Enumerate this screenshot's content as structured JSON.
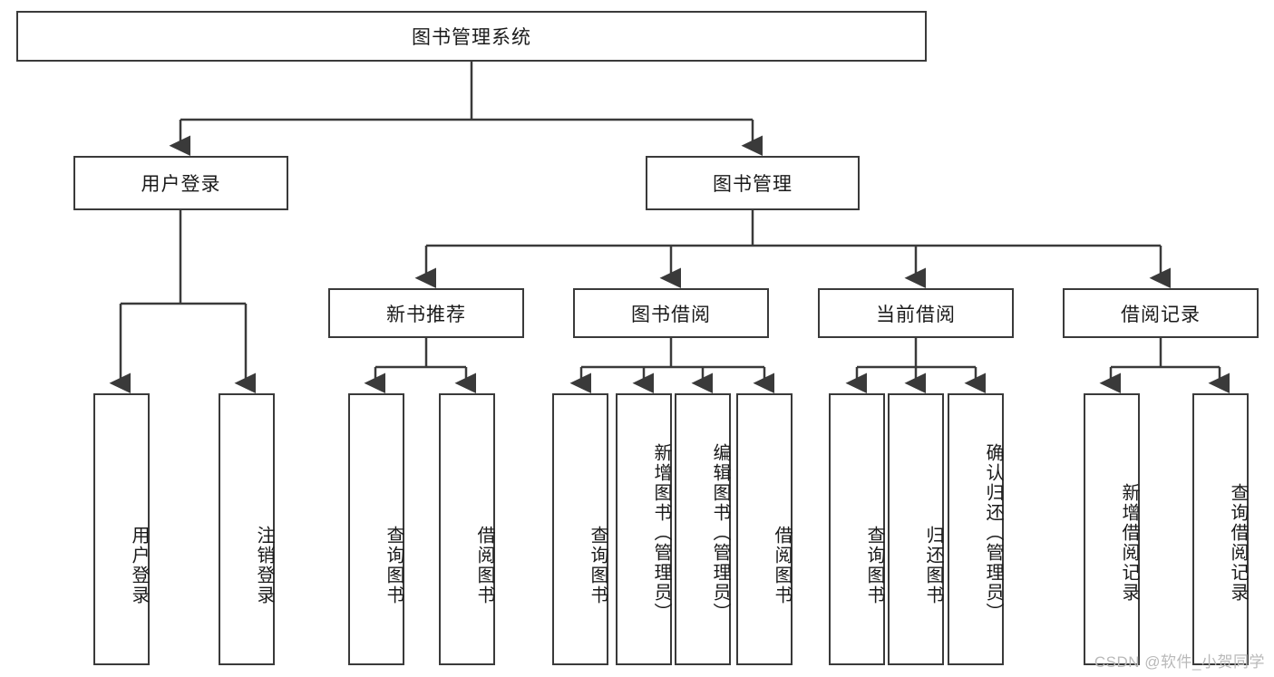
{
  "diagram": {
    "type": "hierarchy-tree",
    "title": "图书管理系统",
    "watermark": "CSDN @软件_小贺同学",
    "root": {
      "label": "图书管理系统"
    },
    "level2": [
      {
        "id": "user-login",
        "label": "用户登录"
      },
      {
        "id": "book-manage",
        "label": "图书管理"
      }
    ],
    "level3": [
      {
        "id": "new-book-recommend",
        "label": "新书推荐",
        "parent": "book-manage"
      },
      {
        "id": "book-borrow",
        "label": "图书借阅",
        "parent": "book-manage"
      },
      {
        "id": "current-borrow",
        "label": "当前借阅",
        "parent": "book-manage"
      },
      {
        "id": "borrow-record",
        "label": "借阅记录",
        "parent": "book-manage"
      }
    ],
    "leaves": {
      "user_login": [
        {
          "id": "leaf-user-login",
          "label": "用户登录"
        },
        {
          "id": "leaf-logout",
          "label": "注销登录"
        }
      ],
      "new_book_recommend": [
        {
          "id": "leaf-query-book-1",
          "label": "查询图书"
        },
        {
          "id": "leaf-borrow-book-1",
          "label": "借阅图书"
        }
      ],
      "book_borrow": [
        {
          "id": "leaf-query-book-2",
          "label": "查询图书"
        },
        {
          "id": "leaf-add-book",
          "label": "新增图书（管理员）"
        },
        {
          "id": "leaf-edit-book",
          "label": "编辑图书（管理员）"
        },
        {
          "id": "leaf-borrow-book-2",
          "label": "借阅图书"
        }
      ],
      "current_borrow": [
        {
          "id": "leaf-query-book-3",
          "label": "查询图书"
        },
        {
          "id": "leaf-return-book",
          "label": "归还图书"
        },
        {
          "id": "leaf-confirm-return",
          "label": "确认归还（管理员）"
        }
      ],
      "borrow_record": [
        {
          "id": "leaf-add-record",
          "label": "新增借阅记录"
        },
        {
          "id": "leaf-query-record",
          "label": "查询借阅记录"
        }
      ]
    },
    "colors": {
      "stroke": "#3a3a3a",
      "background": "#ffffff",
      "text": "#1a1a1a",
      "watermark": "#b9b9b9"
    }
  }
}
